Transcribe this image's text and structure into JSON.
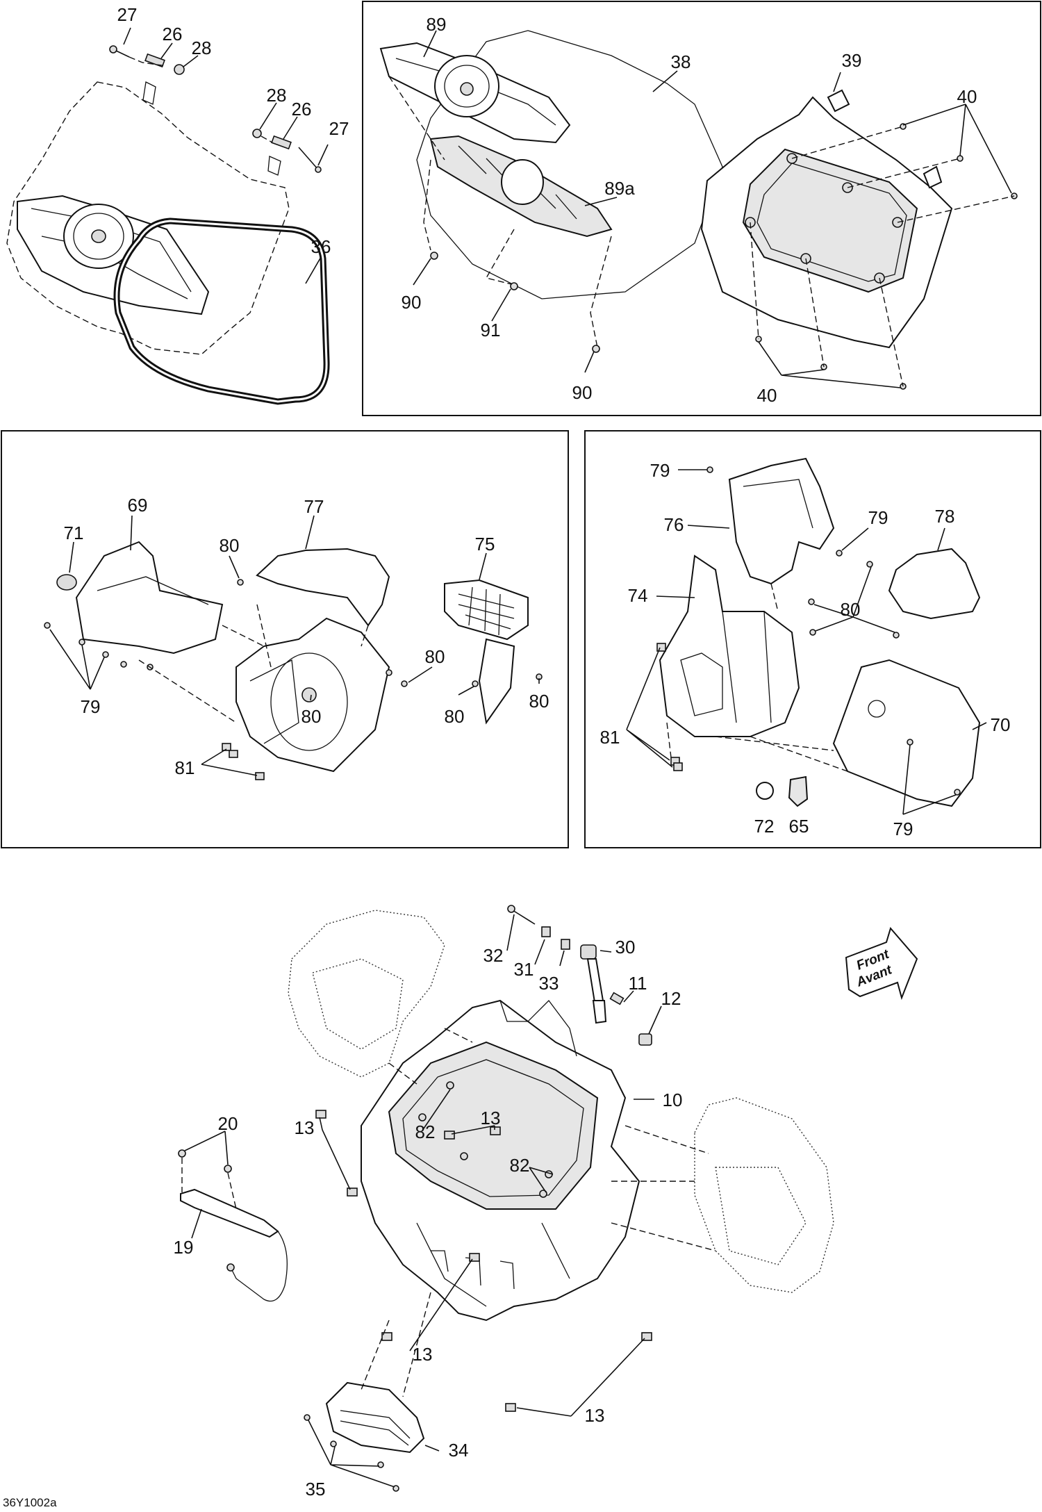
{
  "diagram": {
    "drawing_code": "36Y1002a",
    "front_arrow": {
      "line1": "Front",
      "line2": "Avant"
    },
    "callouts": {
      "p1_27a": "27",
      "p1_26a": "26",
      "p1_28a": "28",
      "p1_28b": "28",
      "p1_26b": "26",
      "p1_27b": "27",
      "p1_36": "36",
      "p2_89": "89",
      "p2_38": "38",
      "p2_39": "39",
      "p2_40a": "40",
      "p2_89a": "89a",
      "p2_90a": "90",
      "p2_91": "91",
      "p2_90b": "90",
      "p2_40b": "40",
      "p3_69": "69",
      "p3_71": "71",
      "p3_77": "77",
      "p3_80a": "80",
      "p3_75": "75",
      "p3_79": "79",
      "p3_80b": "80",
      "p3_80c": "80",
      "p3_80d": "80",
      "p3_80e": "80",
      "p3_81": "81",
      "p4_79a": "79",
      "p4_76": "76",
      "p4_79b": "79",
      "p4_78": "78",
      "p4_74": "74",
      "p4_80": "80",
      "p4_81": "81",
      "p4_70": "70",
      "p4_72": "72",
      "p4_65": "65",
      "p4_79c": "79",
      "p5_32": "32",
      "p5_31": "31",
      "p5_33": "33",
      "p5_30": "30",
      "p5_11": "11",
      "p5_12": "12",
      "p5_10": "10",
      "p5_20": "20",
      "p5_82a": "82",
      "p5_13a": "13",
      "p5_13b": "13",
      "p5_82b": "82",
      "p5_19": "19",
      "p5_13c": "13",
      "p5_13d": "13",
      "p5_34": "34",
      "p5_35": "35"
    }
  }
}
